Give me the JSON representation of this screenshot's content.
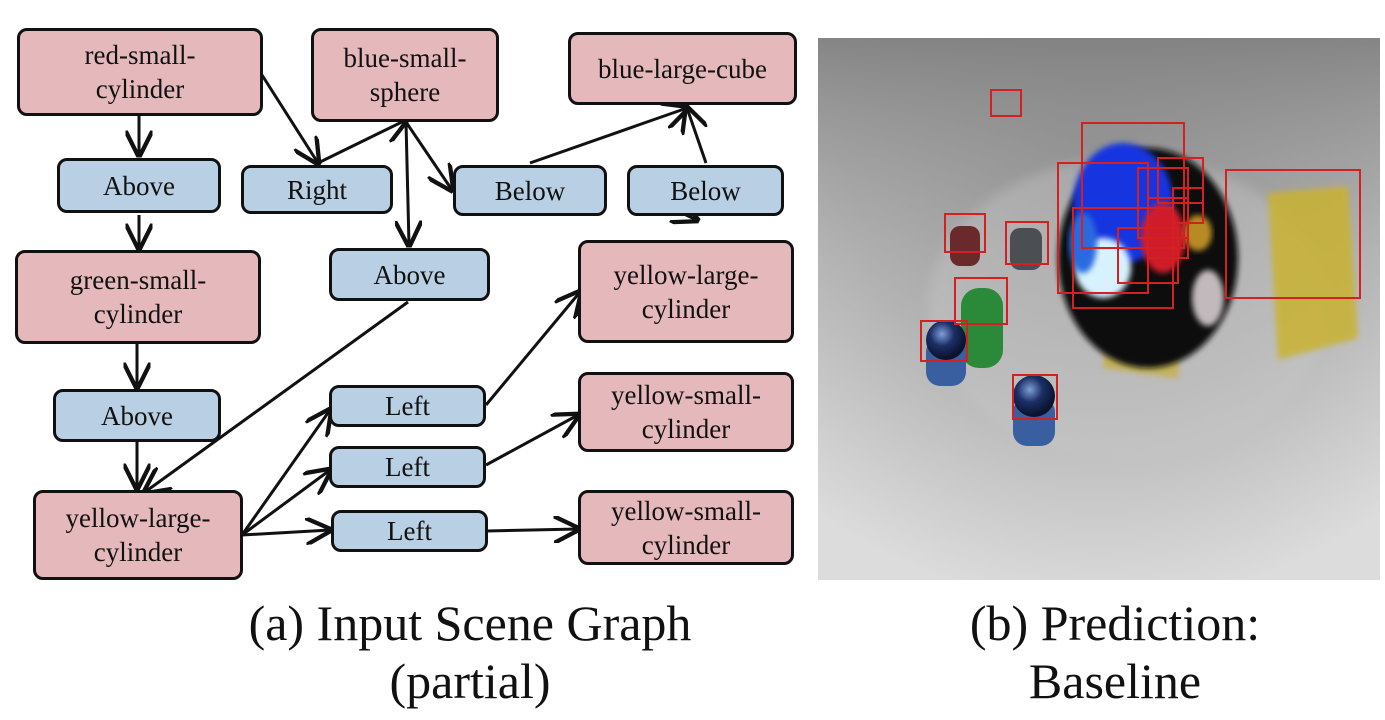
{
  "graph": {
    "nodes": {
      "n_red_small_cylinder": "red-small-\ncylinder",
      "n_blue_small_sphere": "blue-small-\nsphere",
      "n_blue_large_cube": "blue-large-cube",
      "n_above_1": "Above",
      "n_right": "Right",
      "n_below_1": "Below",
      "n_below_2": "Below",
      "n_green_small_cylinder": "green-small-\ncylinder",
      "n_above_2": "Above",
      "n_yellow_large_cylinder_top": "yellow-large-\ncylinder",
      "n_above_3": "Above",
      "n_left_1": "Left",
      "n_yellow_small_cylinder_1": "yellow-small-\ncylinder",
      "n_left_2": "Left",
      "n_yellow_large_cylinder_bottom": "yellow-large-\ncylinder",
      "n_left_3": "Left",
      "n_yellow_small_cylinder_2": "yellow-small-\ncylinder"
    }
  },
  "captions": {
    "left": "(a) Input Scene Graph\n(partial)",
    "right": "(b) Prediction:\nBaseline"
  },
  "colors": {
    "object_node": "#e5b9bb",
    "relation_node": "#b9d0e4",
    "box": "#d42020"
  }
}
